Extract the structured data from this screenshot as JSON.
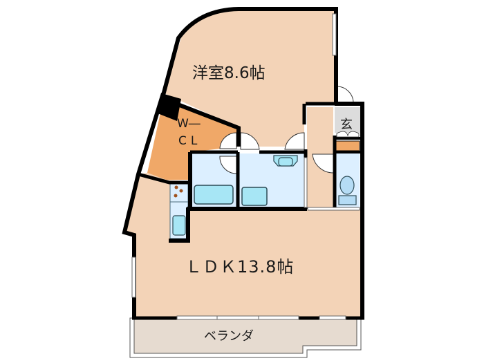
{
  "floor_plan": {
    "rooms": [
      {
        "id": "western-room",
        "label": "洋室8.6帖",
        "type": "bedroom",
        "size_jo": 8.6
      },
      {
        "id": "walk-in-closet",
        "label_line1": "W―",
        "label_line2": "CL",
        "type": "closet"
      },
      {
        "id": "ldk",
        "label": "ＬＤＫ13.8帖",
        "type": "living-dining-kitchen",
        "size_jo": 13.8
      },
      {
        "id": "veranda",
        "label": "ベランダ",
        "type": "balcony"
      },
      {
        "id": "entrance",
        "label": "玄",
        "type": "entrance"
      },
      {
        "id": "bathroom",
        "label": "",
        "type": "bath"
      },
      {
        "id": "washroom",
        "label": "",
        "type": "washroom"
      },
      {
        "id": "toilet",
        "label": "",
        "type": "toilet"
      },
      {
        "id": "kitchen",
        "label": "",
        "type": "kitchen"
      }
    ],
    "colors": {
      "room_fill": "#f3d3b7",
      "closet_fill": "#f0a868",
      "wet_area_fill": "#dcefff",
      "fixture_fill": "#a7e6f5",
      "veranda_fill": "#e6dbd0",
      "entrance_fill": "#dcdcdc",
      "shoe_box_fill": "#f0a868",
      "wall": "#000000",
      "burner": "#a0521e"
    }
  }
}
